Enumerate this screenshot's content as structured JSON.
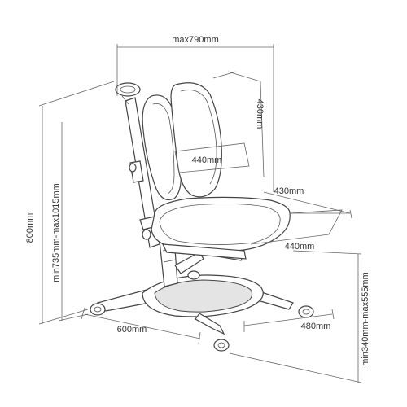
{
  "dimensions": {
    "max_width": "max790mm",
    "back_height": "430mm",
    "back_width": "440mm",
    "seat_depth": "430mm",
    "seat_width": "440mm",
    "total_height": "800mm",
    "adjust_height": "min735mm-max1015mm",
    "base_length": "600mm",
    "base_width": "480mm",
    "seat_height": "min340mm-max555mm"
  },
  "colors": {
    "line": "#444444",
    "dimension": "#666666",
    "text": "#333333"
  }
}
